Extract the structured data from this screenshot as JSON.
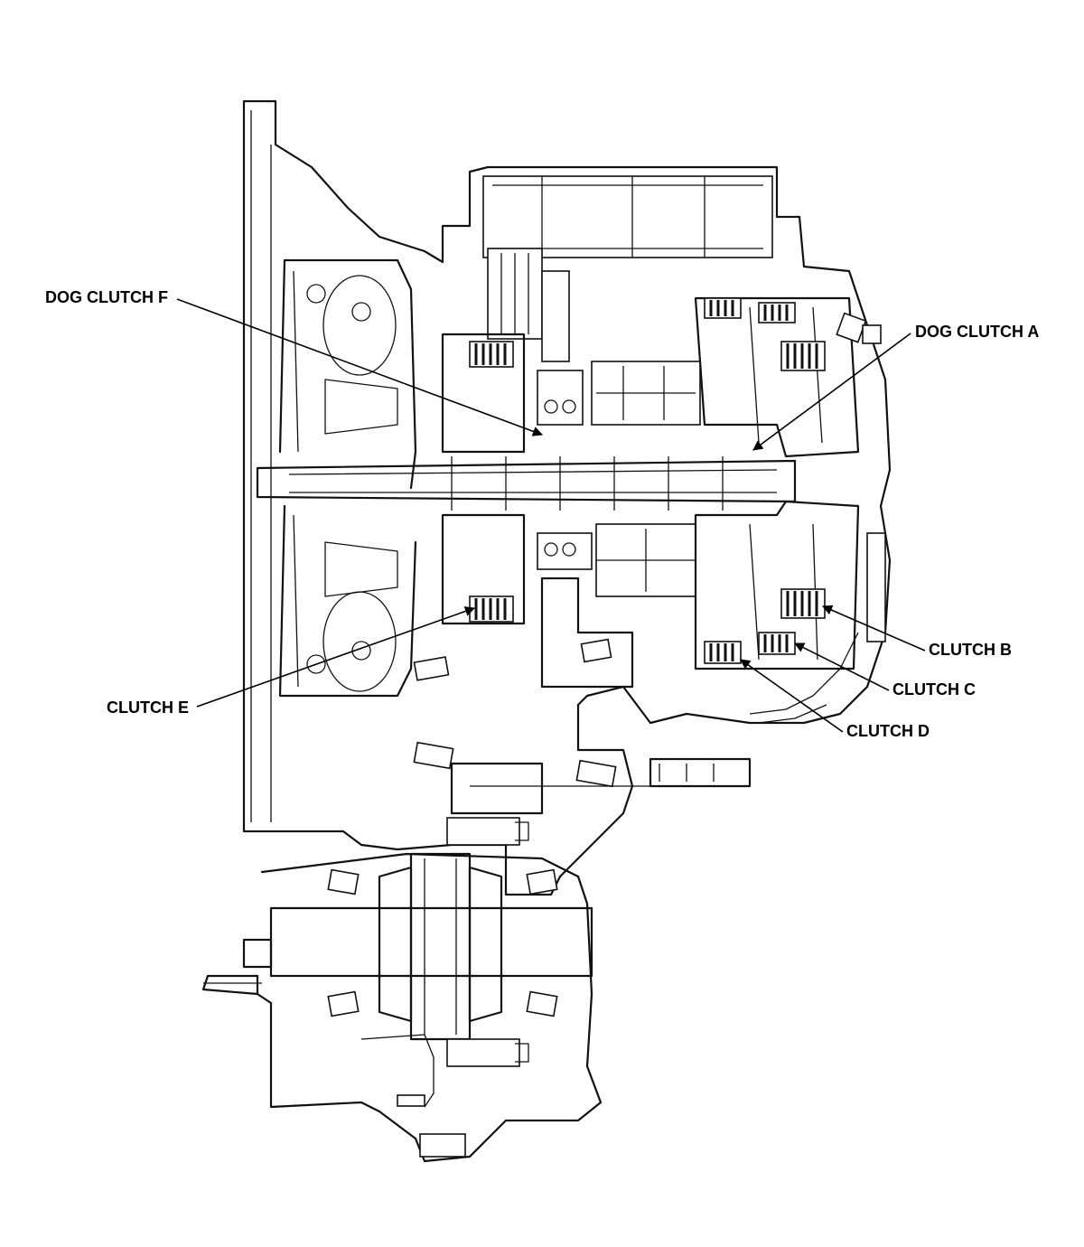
{
  "labels": {
    "dog_clutch_f": "DOG CLUTCH F",
    "dog_clutch_a": "DOG CLUTCH A",
    "clutch_b": "CLUTCH B",
    "clutch_c": "CLUTCH C",
    "clutch_d": "CLUTCH D",
    "clutch_e": "CLUTCH E"
  },
  "colors": {
    "line": "#111111",
    "background": "#ffffff"
  }
}
